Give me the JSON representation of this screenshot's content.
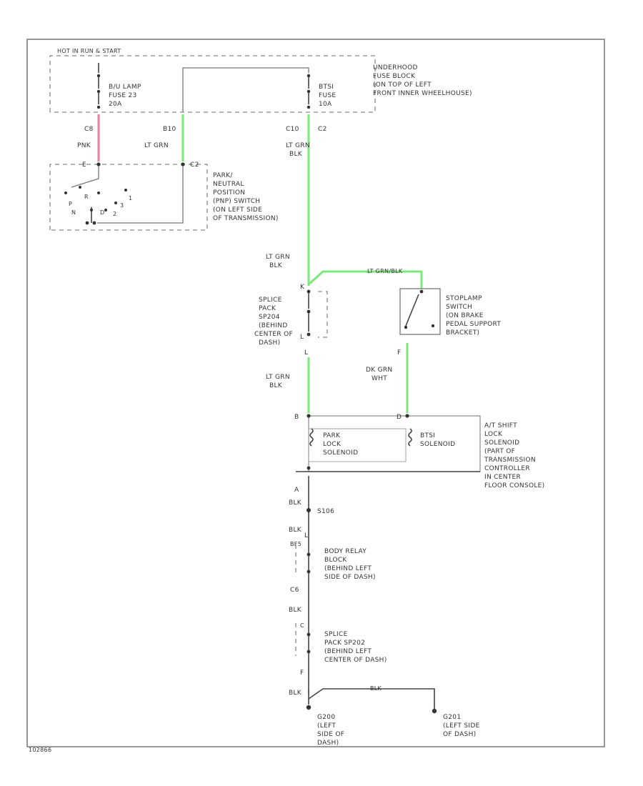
{
  "fuse_block": {
    "header": "HOT IN RUN & START",
    "location": [
      "UNDERHOOD",
      "FUSE BLOCK",
      "(ON TOP OF LEFT",
      "FRONT INNER WHEELHOUSE)"
    ],
    "backlamp_fuse": [
      "B/U LAMP",
      "FUSE 23",
      "20A"
    ],
    "btsi_fuse": [
      "BTSI",
      "FUSE",
      "10A"
    ],
    "pins": [
      "C8",
      "B10",
      "C10",
      "C2"
    ]
  },
  "wires": {
    "pnk": "PNK",
    "lt_grn_1": "LT GRN",
    "lt_grn_blk_1": [
      "LT GRN",
      "BLK"
    ],
    "lt_grn_blk_2": [
      "LT GRN",
      "BLK"
    ],
    "lt_grn_blk_top": "LT GRN/BLK",
    "lt_grn_blk_3": [
      "LT GRN",
      "BLK"
    ],
    "dk_grn_wht": [
      "DK GRN",
      "WHT"
    ],
    "blk": "BLK"
  },
  "pnp_switch": {
    "pins": [
      "E",
      "C2"
    ],
    "label": [
      "PARK/",
      "NEUTRAL",
      "POSITION",
      "(PNP) SWITCH",
      "(ON LEFT SIDE",
      "OF TRANSMISSION)"
    ],
    "positions": [
      "P",
      "N",
      "R",
      "D",
      "3",
      "2",
      "1"
    ]
  },
  "splice_sp204": {
    "label": [
      "SPLICE",
      "PACK",
      "SP204",
      "(BEHIND",
      "CENTER OF",
      "DASH)"
    ],
    "pins": [
      "K",
      "L",
      "L"
    ]
  },
  "stoplamp_switch": {
    "label": [
      "STOPLAMP",
      "SWITCH",
      "(ON BRAKE",
      "PEDAL SUPPORT",
      "BRACKET)"
    ],
    "pin": "F"
  },
  "shift_lock": {
    "label": [
      "A/T SHIFT",
      "LOCK",
      "SOLENOID",
      "(PART OF",
      "TRANSMISSION",
      "CONTROLLER",
      "IN CENTER",
      "FLOOR CONSOLE)"
    ],
    "park_lock": [
      "PARK",
      "LOCK",
      "SOLENOID"
    ],
    "btsi_solenoid": [
      "BTSI",
      "SOLENOID"
    ],
    "pins": [
      "B",
      "D",
      "A"
    ]
  },
  "ground_path": {
    "s106": "S106",
    "pin_l": "L",
    "body_relay_label": [
      "BODY RELAY",
      "BLOCK",
      "(BEHIND LEFT",
      "SIDE OF DASH)"
    ],
    "body_relay_pin": "BF5",
    "c6": "C6",
    "splice_sp202_label": [
      "SPLICE",
      "PACK SP202",
      "(BEHIND LEFT",
      "CENTER OF DASH)"
    ],
    "splice_pins": [
      "C",
      "F"
    ]
  },
  "grounds": {
    "g200": [
      "G200",
      "(LEFT",
      "SIDE OF",
      "DASH)"
    ],
    "g201": [
      "G201",
      "(LEFT SIDE",
      "OF DASH)"
    ]
  },
  "figure_id": "102866"
}
